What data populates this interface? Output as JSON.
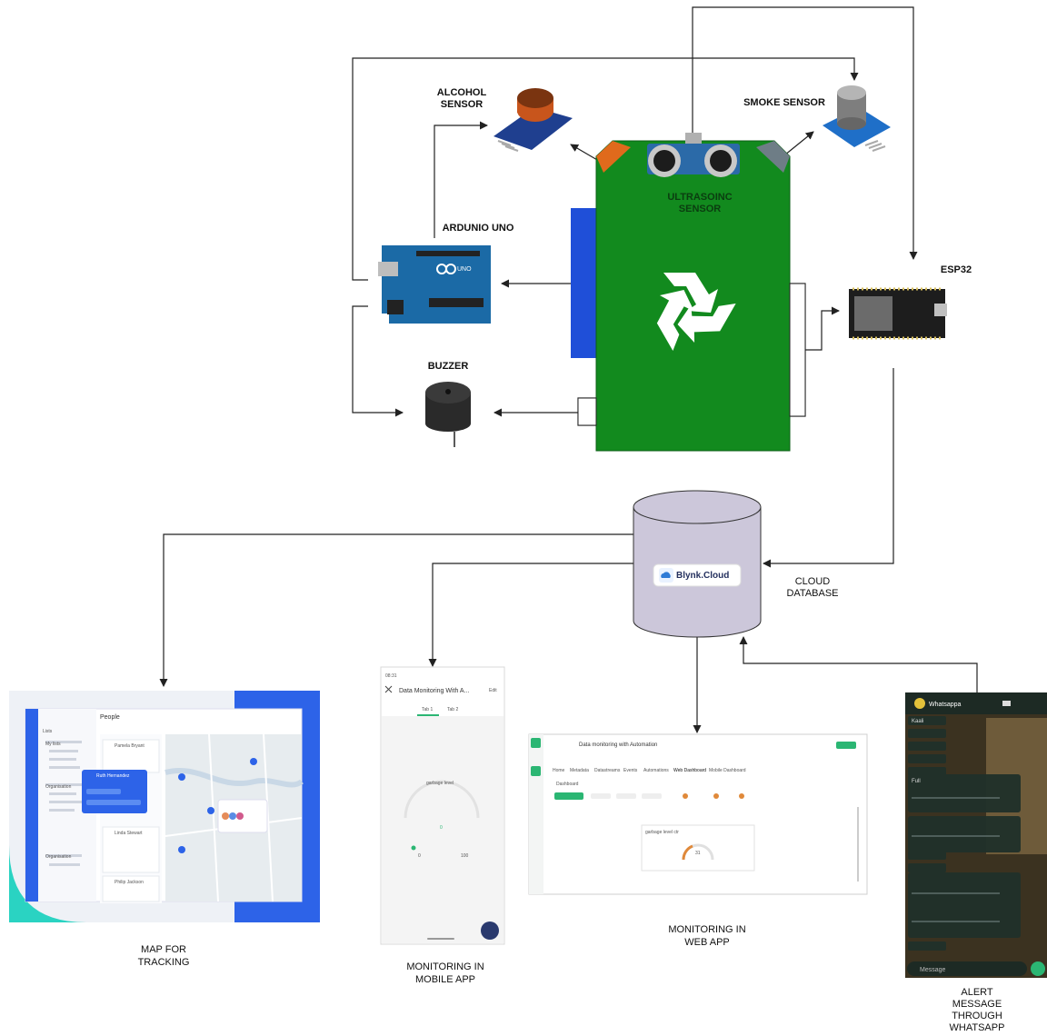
{
  "labels": {
    "alcohol_sensor": "ALCOHOL\nSENSOR",
    "smoke_sensor": "SMOKE SENSOR",
    "ultrasonic_sensor": "ULTRASOINC\nSENSOR",
    "arduino_uno": "ARDUNIO UNO",
    "esp32": "ESP32",
    "buzzer": "BUZZER",
    "cloud_database": "CLOUD\nDATABASE",
    "blynk_cloud": "Blynk.Cloud",
    "map_for_tracking": "MAP FOR\nTRACKING",
    "monitoring_mobile": "MONITORING IN\nMOBILE APP",
    "monitoring_web": "MONITORING IN\nWEB APP",
    "alert_whatsapp": "ALERT\nMESSAGE\nTHROUGH\nWHATSAPP"
  },
  "arduino_board_text": "UNO",
  "map_app": {
    "title": "People",
    "sidebar_title": "Lists",
    "group_my_lists": "My lists",
    "group_organisation": "Organisation",
    "group_organisation_2": "Organisation",
    "card_1": "Pamela Bryant",
    "card_2": "Linda Stewart",
    "card_3": "Philip Jackson",
    "popup_name": "Ruth Hernandez"
  },
  "mobile_app": {
    "time": "08:31",
    "title": "Data Monitoring With A...",
    "edit": "Edit",
    "tab1": "Tab 1",
    "tab2": "Tab 2",
    "gauge_label": "garbage level",
    "gauge_value": "0",
    "gauge_min": "0",
    "gauge_max": "100"
  },
  "web_app": {
    "title": "Data monitoring with Automation",
    "tabs": [
      "Home",
      "Metadata",
      "Datastreams",
      "Events",
      "Automations",
      "Web Dashboard",
      "Mobile Dashboard"
    ],
    "section": "Dashboard",
    "gauge_label": "garbage level ctr",
    "gauge_value": "31"
  },
  "whatsapp": {
    "contact": "Whatsappa",
    "sender": "Kaali",
    "full_text": "Full",
    "input_placeholder": "Message"
  },
  "colors": {
    "bin_green": "#128a1e",
    "bin_blue": "#1f4fd8",
    "cylinder_fill": "#ccc7da",
    "arduino_blue": "#1b6aa6",
    "esp_black": "#1d1d1d"
  },
  "icons": [
    "recycle-icon",
    "cloud-icon",
    "arrow-icon"
  ]
}
